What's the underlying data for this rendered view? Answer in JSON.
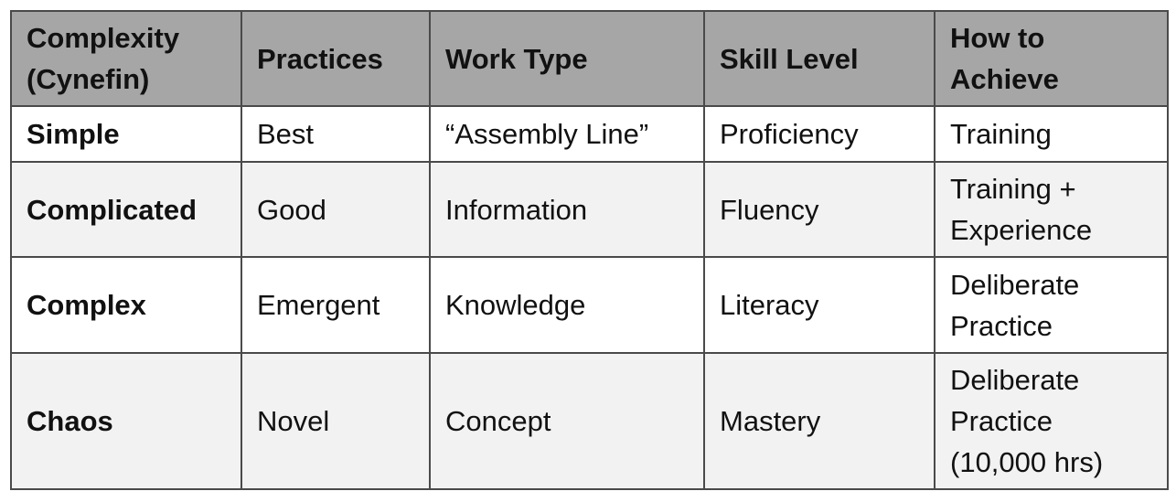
{
  "table": {
    "headers": [
      "Complexity\n(Cynefin)",
      "Practices",
      "Work Type",
      "Skill Level",
      "How to\nAchieve"
    ],
    "rows": [
      [
        "Simple",
        "Best",
        "“Assembly Line”",
        "Proficiency",
        "Training"
      ],
      [
        "Complicated",
        "Good",
        "Information",
        "Fluency",
        "Training +\nExperience"
      ],
      [
        "Complex",
        "Emergent",
        "Knowledge",
        "Literacy",
        "Deliberate\nPractice"
      ],
      [
        "Chaos",
        "Novel",
        "Concept",
        "Mastery",
        "Deliberate\nPractice\n(10,000 hrs)"
      ]
    ]
  },
  "colors": {
    "header_bg": "#a6a6a6",
    "row_light": "#ffffff",
    "row_shaded": "#f2f2f2",
    "border": "#4a4a4a"
  }
}
